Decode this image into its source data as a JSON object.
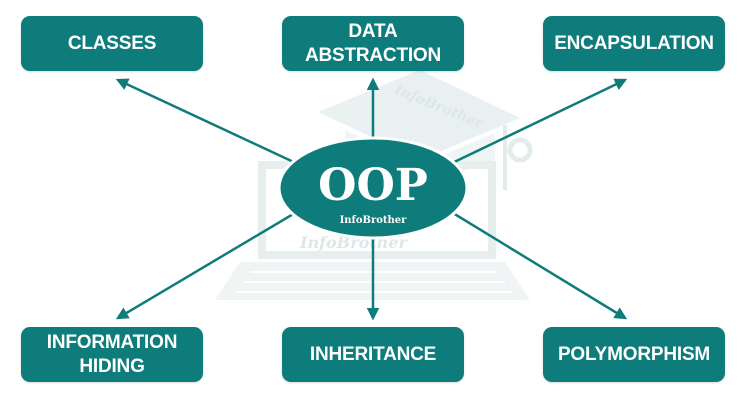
{
  "colors": {
    "teal": "#0e7c7b",
    "watermark": "#dce7e8"
  },
  "center": {
    "title": "OOP",
    "subtitle": "InfoBrother"
  },
  "nodes": {
    "classes": {
      "lines": [
        "CLASSES"
      ]
    },
    "abstraction": {
      "lines": [
        "DATA",
        "ABSTRACTION"
      ]
    },
    "encapsulation": {
      "lines": [
        "ENCAPSULATION"
      ]
    },
    "information_hiding": {
      "lines": [
        "INFORMATION",
        "HIDING"
      ]
    },
    "inheritance": {
      "lines": [
        "INHERITANCE"
      ]
    },
    "polymorphism": {
      "lines": [
        "POLYMORPHISM"
      ]
    }
  },
  "watermark": {
    "text_top": "InfoBrother",
    "text_mid": "InfoBrother"
  }
}
